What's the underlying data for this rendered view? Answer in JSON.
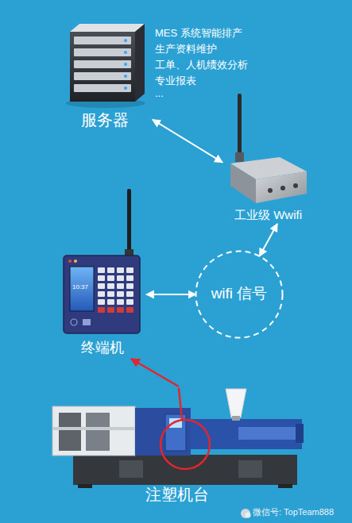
{
  "diagram": {
    "nodes": [
      {
        "text": [
          "服务器"
        ]
      },
      {
        "text": [
          "工业级 Wwifi"
        ]
      },
      {
        "text": [
          "终端机"
        ]
      },
      {
        "text": [
          "wifi 信号"
        ]
      },
      {
        "text": [
          "注塑机台"
        ]
      }
    ],
    "edges": [
      {
        "from": 0,
        "to": 1,
        "arrow": "both"
      },
      {
        "from": 1,
        "to": 3,
        "arrow": "both"
      },
      {
        "from": 2,
        "to": 3,
        "arrow": "both"
      },
      {
        "from": 4,
        "to": 2,
        "arrow": "to"
      }
    ],
    "labels": [
      "MES 系统智能排产",
      "生产资料维护",
      "工单、人机绩效分析",
      "专业报表",
      "...",
      "10:37",
      "微信号: TopTeam888"
    ]
  }
}
